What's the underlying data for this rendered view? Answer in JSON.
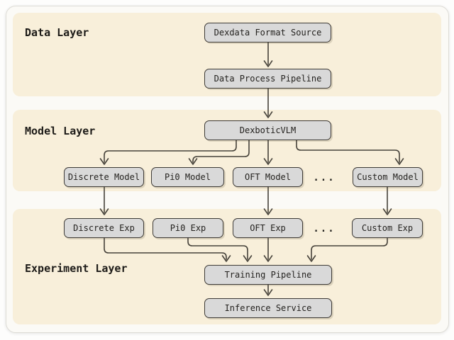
{
  "diagram": {
    "layer_labels": [
      "Data Layer",
      "Model Layer",
      "Experiment Layer"
    ],
    "nodes": {
      "dexdata": "Dexdata Format Source",
      "data_pipeline": "Data Process Pipeline",
      "vlm": "DexboticVLM",
      "discrete_model": "Discrete Model",
      "pi0_model": "Pi0 Model",
      "oft_model": "OFT Model",
      "custom_model": "Custom Model",
      "model_ellipsis": "...",
      "discrete_exp": "Discrete Exp",
      "pi0_exp": "Pi0 Exp",
      "oft_exp": "OFT Exp",
      "custom_exp": "Custom Exp",
      "exp_ellipsis": "...",
      "training": "Training Pipeline",
      "inference": "Inference Service"
    },
    "edges": [
      {
        "from": "Dexdata Format Source",
        "to": "Data Process Pipeline"
      },
      {
        "from": "Data Process Pipeline",
        "to": "DexboticVLM"
      },
      {
        "from": "DexboticVLM",
        "to": "Discrete Model"
      },
      {
        "from": "DexboticVLM",
        "to": "Pi0 Model"
      },
      {
        "from": "DexboticVLM",
        "to": "OFT Model"
      },
      {
        "from": "DexboticVLM",
        "to": "Custom Model"
      },
      {
        "from": "Discrete Model",
        "to": "Discrete Exp"
      },
      {
        "from": "OFT Model",
        "to": "OFT Exp"
      },
      {
        "from": "Custom Model",
        "to": "Custom Exp"
      },
      {
        "from": "Discrete Exp",
        "to": "Training Pipeline"
      },
      {
        "from": "Pi0 Exp",
        "to": "Training Pipeline"
      },
      {
        "from": "OFT Exp",
        "to": "Training Pipeline"
      },
      {
        "from": "Custom Exp",
        "to": "Training Pipeline"
      },
      {
        "from": "Training Pipeline",
        "to": "Inference Service"
      }
    ],
    "colors": {
      "band": "#f8efda",
      "card_bg": "#fbfaf6",
      "node_fill": "#d9d9d9",
      "node_border": "#3d3a36",
      "arrow": "#46423a",
      "text": "#24221f"
    }
  }
}
